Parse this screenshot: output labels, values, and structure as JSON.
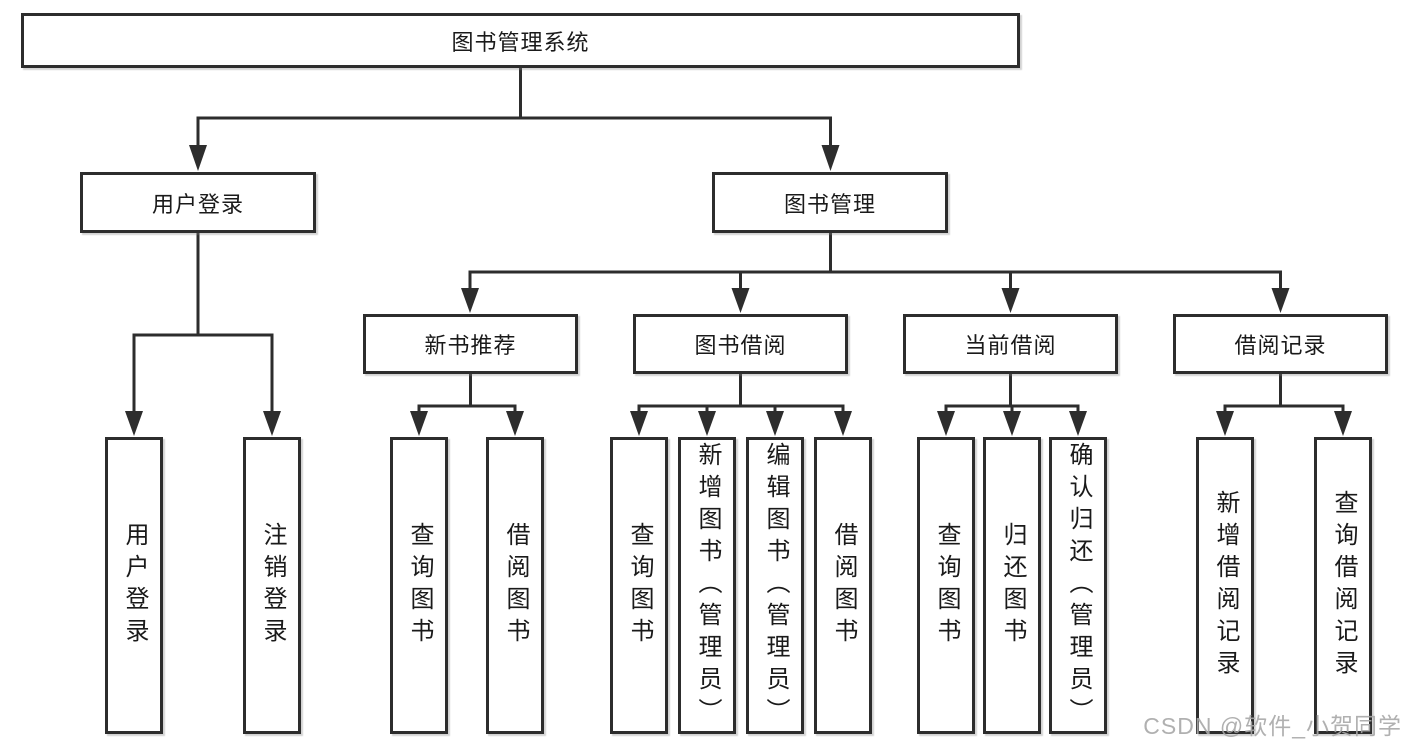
{
  "diagram": {
    "root": {
      "label": "图书管理系统"
    },
    "branches": {
      "user_login": {
        "label": "用户登录",
        "children": [
          "用户登录",
          "注销登录"
        ]
      },
      "book_management": {
        "label": "图书管理",
        "children": {
          "new_book_recommend": {
            "label": "新书推荐",
            "children": [
              "查询图书",
              "借阅图书"
            ]
          },
          "book_borrowing": {
            "label": "图书借阅",
            "children": [
              "查询图书",
              "新增图书（管理员）",
              "编辑图书（管理员）",
              "借阅图书"
            ]
          },
          "current_borrowing": {
            "label": "当前借阅",
            "children": [
              "查询图书",
              "归还图书",
              "确认归还（管理员）"
            ]
          },
          "borrow_records": {
            "label": "借阅记录",
            "children": [
              "新增借阅记录",
              "查询借阅记录"
            ]
          }
        }
      }
    }
  },
  "watermark": {
    "text": "CSDN @软件_小贺同学"
  },
  "colors": {
    "line": "#2d2d2d",
    "text": "#1a1a1a",
    "watermark": "#a8a8a8",
    "background": "#ffffff"
  }
}
